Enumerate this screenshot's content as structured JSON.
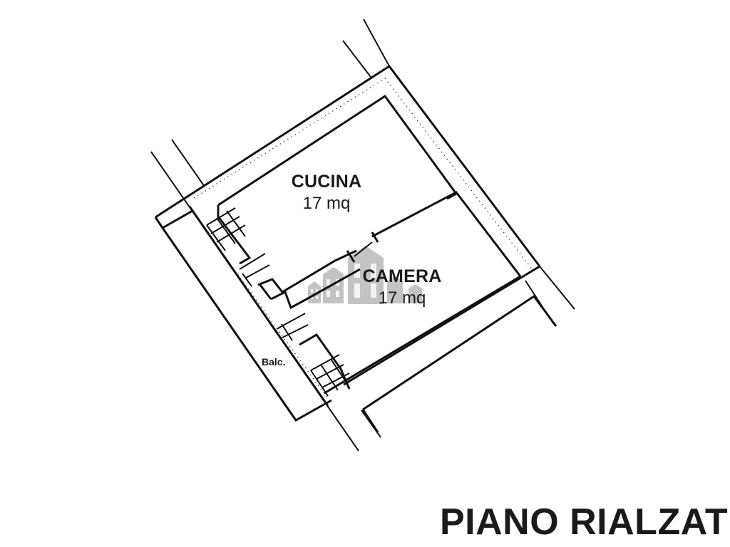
{
  "floor_plan": {
    "title": "PIANO RIALZAT",
    "rooms": [
      {
        "name": "CUCINA",
        "area": "17 mq"
      },
      {
        "name": "CAMERA",
        "area": "17 mq"
      }
    ],
    "labels": {
      "balcony": "Balc."
    },
    "watermark": {
      "icon": "buildings-watermark-icon",
      "color": "#b9b9b9"
    },
    "colors": {
      "line": "#111111",
      "background": "#ffffff",
      "text": "#1a1a1a"
    }
  }
}
